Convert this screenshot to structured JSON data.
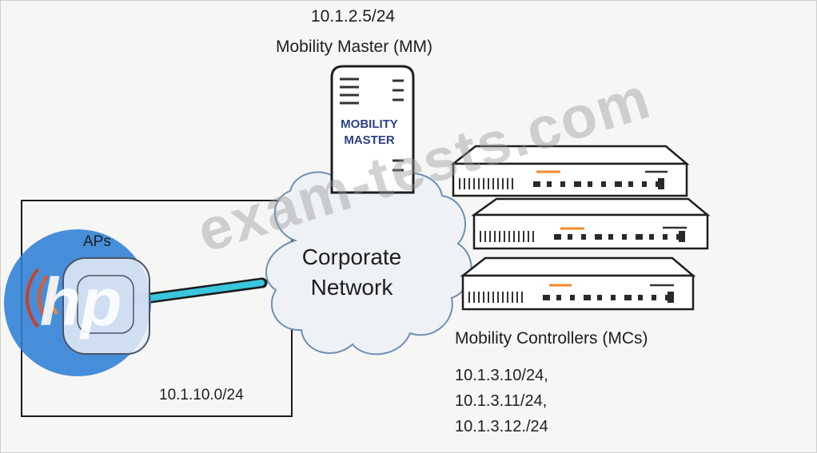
{
  "mobility_master": {
    "ip": "10.1.2.5/24",
    "title": "Mobility Master (MM)",
    "box_label": "MOBILITY MASTER"
  },
  "cloud": {
    "label": "Corporate Network"
  },
  "access_points": {
    "label": "APs",
    "subnet": "10.1.10.0/24"
  },
  "mobility_controllers": {
    "title": "Mobility Controllers (MCs)",
    "ips": [
      "10.1.3.10/24,",
      "10.1.3.11/24,",
      "10.1.3.12./24"
    ]
  },
  "watermark": "exam-tests.com",
  "logo": "hp",
  "colors": {
    "mm_text": "#2c3f86",
    "logo_blue": "#2f7fd6",
    "cable": "#39c5dc",
    "led_orange": "#f08a2a",
    "outline": "#2a2a2a"
  },
  "icons": [
    "mobility-master-server-icon",
    "cloud-icon",
    "access-point-icon",
    "wifi-signal-icon",
    "controller-icon"
  ]
}
